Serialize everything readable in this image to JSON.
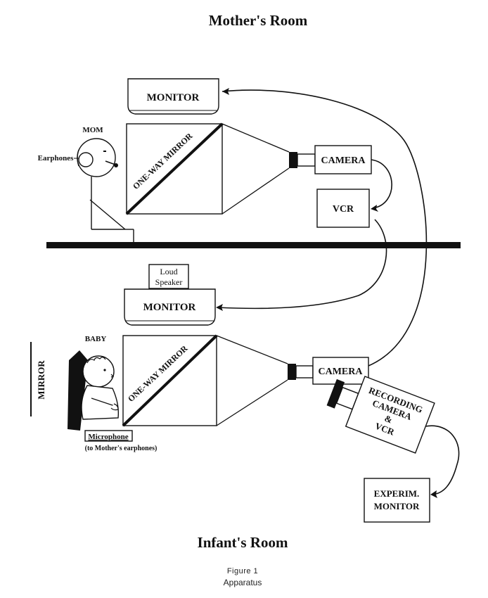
{
  "rooms": {
    "mother": "Mother's Room",
    "infant": "Infant's Room"
  },
  "mother_room": {
    "monitor": "MONITOR",
    "mom": "MOM",
    "earphones": "Earphones",
    "mirror": "ONE-WAY MIRROR",
    "camera": "CAMERA",
    "vcr": "VCR"
  },
  "infant_room": {
    "loud_speaker_line1": "Loud",
    "loud_speaker_line2": "Speaker",
    "monitor": "MONITOR",
    "baby": "BABY",
    "wall_mirror": "MIRROR",
    "mirror": "ONE-WAY MIRROR",
    "camera": "CAMERA",
    "recording_line1": "RECORDING",
    "recording_line2": "CAMERA",
    "recording_line3": "&",
    "recording_line4": "VCR",
    "microphone": "Microphone",
    "microphone_note": "(to Mother's earphones)",
    "experim_line1": "EXPERIM.",
    "experim_line2": "MONITOR"
  },
  "caption": {
    "figure": "Figure 1",
    "title": "Apparatus"
  }
}
